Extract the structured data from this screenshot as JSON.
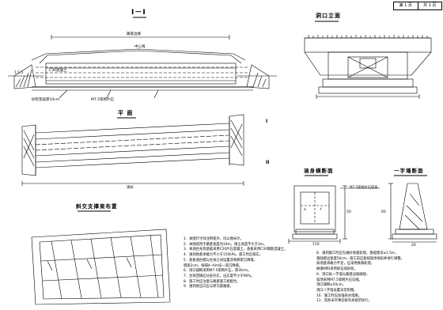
{
  "sheet": {
    "page_no": "第 1 页",
    "page_total": "共 1 页"
  },
  "views": {
    "section_I": "I－I",
    "portal_elevation": "洞口立面",
    "plan": "平 面",
    "skew_support": "斜交支撑梁布置",
    "culvert_section": "涵身横断面",
    "wingwall_section": "一字墙断面"
  },
  "labels": {
    "road_surface": "路基边缘",
    "centerline": "中心线",
    "c30": "C30混凝土",
    "cushion": "砂砾垫层厚10cm",
    "m75": "M7.5浆砌片石",
    "scale": "1:1.5",
    "plan_note": "涵长",
    "mark_I": "I",
    "mark_ii": "II",
    "dim_50": "50",
    "dim_110": "110",
    "dim_20": "20",
    "dim_60": "60",
    "dim_a": "a",
    "dim_f": "f",
    "portal_roof": "M7.5浆砌片石墙身"
  },
  "notes": [
    "1．本图尺寸除注明者外，均以厘米计。",
    "2．本图适用于路基宽度为10m，填土高度不大于3m。",
    "3．本涵台身及基础采用C20片石混凝土，盖板采用C30钢筋混凝土。",
    "4．涵洞地基承载力不小于150kPa，施工时应核实。",
    "5．盖板涵台帽与台身之间设置沥青麻絮沉降缝，",
    "   缝宽2cm，每隔4~6m设一道沉降缝。",
    "6．洞口铺砌采用M7.5浆砌片石，厚30cm。",
    "7．台背回填应分层夯实，压实度不小于96%。",
    "8．施工时应注意与路基施工相配合。",
    "9．涵洞进出口应与原沟渠顺接。"
  ],
  "notes_right": [
    "8．涵洞施工时应先做好地基处理，基础埋深≥1.5m，",
    "   基础襟边宽度50cm，施工前应复核现场地形并进行调整。",
    "   如地基承载力不足，应采用换填处理，",
    "   换填材料采用碎石或砂砾。",
    "9．洞口处一字墙与路基边坡顺接，",
    "   墙顶采用M7.5浆砌片石勾缝。",
    "   洞口铺砌≥50cm，",
    "   洞口八字墙设置详见附图。",
    "10．施工时应加强排水措施。",
    "11．其他未尽事宜按有关规范执行。"
  ]
}
